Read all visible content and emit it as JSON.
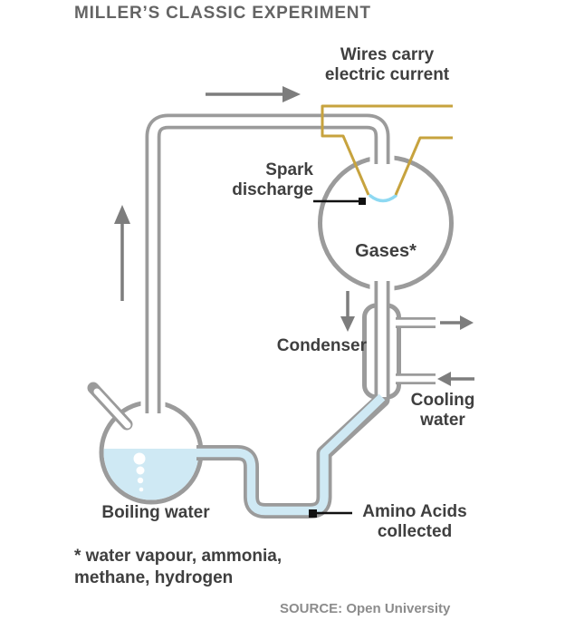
{
  "title": "MILLER’S CLASSIC EXPERIMENT",
  "colors": {
    "bg": "#ffffff",
    "tube": "#9b9b9b",
    "liquid": "#cfe9f4",
    "spark": "#8ed9f2",
    "wire": "#c7a33e",
    "arrow": "#7d7d7d",
    "pointer": "#111111",
    "label": "#3f3f3f",
    "title": "#646464",
    "source": "#8c8c8c"
  },
  "labels": {
    "wires": {
      "line1": "Wires carry",
      "line2": "electric current"
    },
    "spark": {
      "line1": "Spark",
      "line2": "discharge"
    },
    "gases": "Gases*",
    "condenser": "Condenser",
    "cooling": {
      "line1": "Cooling",
      "line2": "water"
    },
    "boiling": "Boiling water",
    "amino": {
      "line1": "Amino Acids",
      "line2": "collected"
    },
    "footnote": {
      "line1": "* water vapour, ammonia,",
      "line2": "methane, hydrogen"
    },
    "source": "SOURCE: Open University"
  }
}
